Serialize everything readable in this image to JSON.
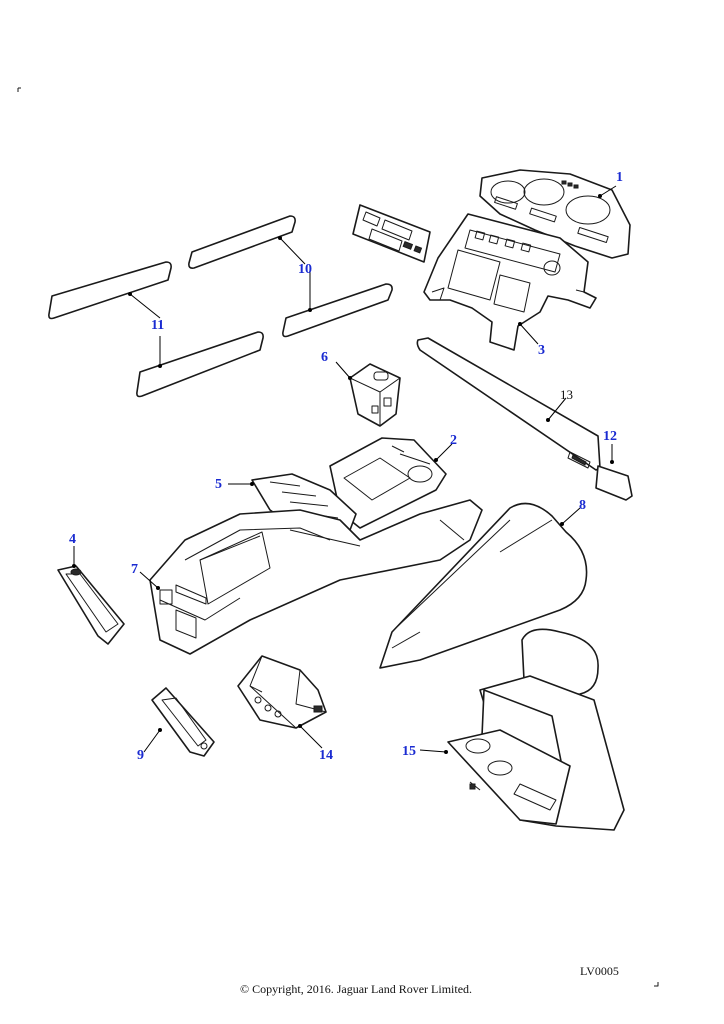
{
  "diagram": {
    "reference_code": "LV0005",
    "copyright": "© Copyright, 2016. Jaguar Land Rover Limited.",
    "callout_color": "#1a2bd1",
    "callouts": {
      "c1": "1",
      "c2": "2",
      "c3": "3",
      "c4": "4",
      "c5": "5",
      "c6": "6",
      "c7": "7",
      "c8": "8",
      "c9": "9",
      "c10": "10",
      "c11": "11",
      "c12": "12",
      "c13": "13",
      "c14": "14",
      "c15": "15"
    }
  }
}
